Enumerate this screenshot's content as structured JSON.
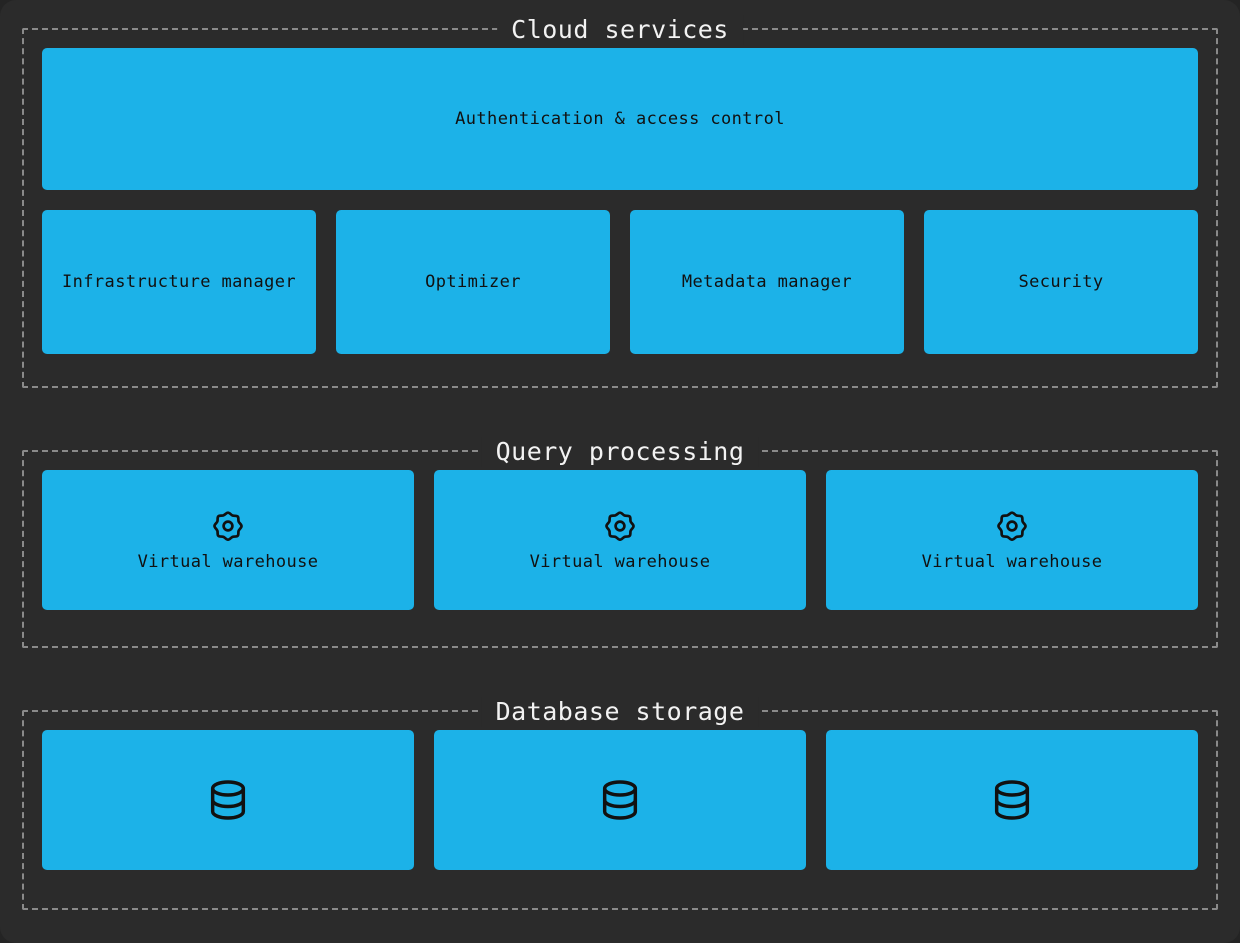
{
  "theme": {
    "page_background": "#2b2b2b",
    "card_color": "#1cb2e8",
    "card_text_color": "#111111",
    "border_color": "#8a8a8a",
    "legend_text_color": "#f2f2f2"
  },
  "sections": [
    {
      "id": "cloud-services",
      "title": "Cloud services",
      "wide_cards": [
        {
          "label": "Authentication & access control",
          "icon": null
        }
      ],
      "cards": [
        {
          "label": "Infrastructure manager",
          "icon": null
        },
        {
          "label": "Optimizer",
          "icon": null
        },
        {
          "label": "Metadata manager",
          "icon": null
        },
        {
          "label": "Security",
          "icon": null
        }
      ]
    },
    {
      "id": "query-processing",
      "title": "Query processing",
      "cards": [
        {
          "label": "Virtual warehouse",
          "icon": "gear-icon"
        },
        {
          "label": "Virtual warehouse",
          "icon": "gear-icon"
        },
        {
          "label": "Virtual warehouse",
          "icon": "gear-icon"
        }
      ]
    },
    {
      "id": "database-storage",
      "title": "Database storage",
      "cards": [
        {
          "label": "",
          "icon": "database-icon"
        },
        {
          "label": "",
          "icon": "database-icon"
        },
        {
          "label": "",
          "icon": "database-icon"
        }
      ]
    }
  ]
}
